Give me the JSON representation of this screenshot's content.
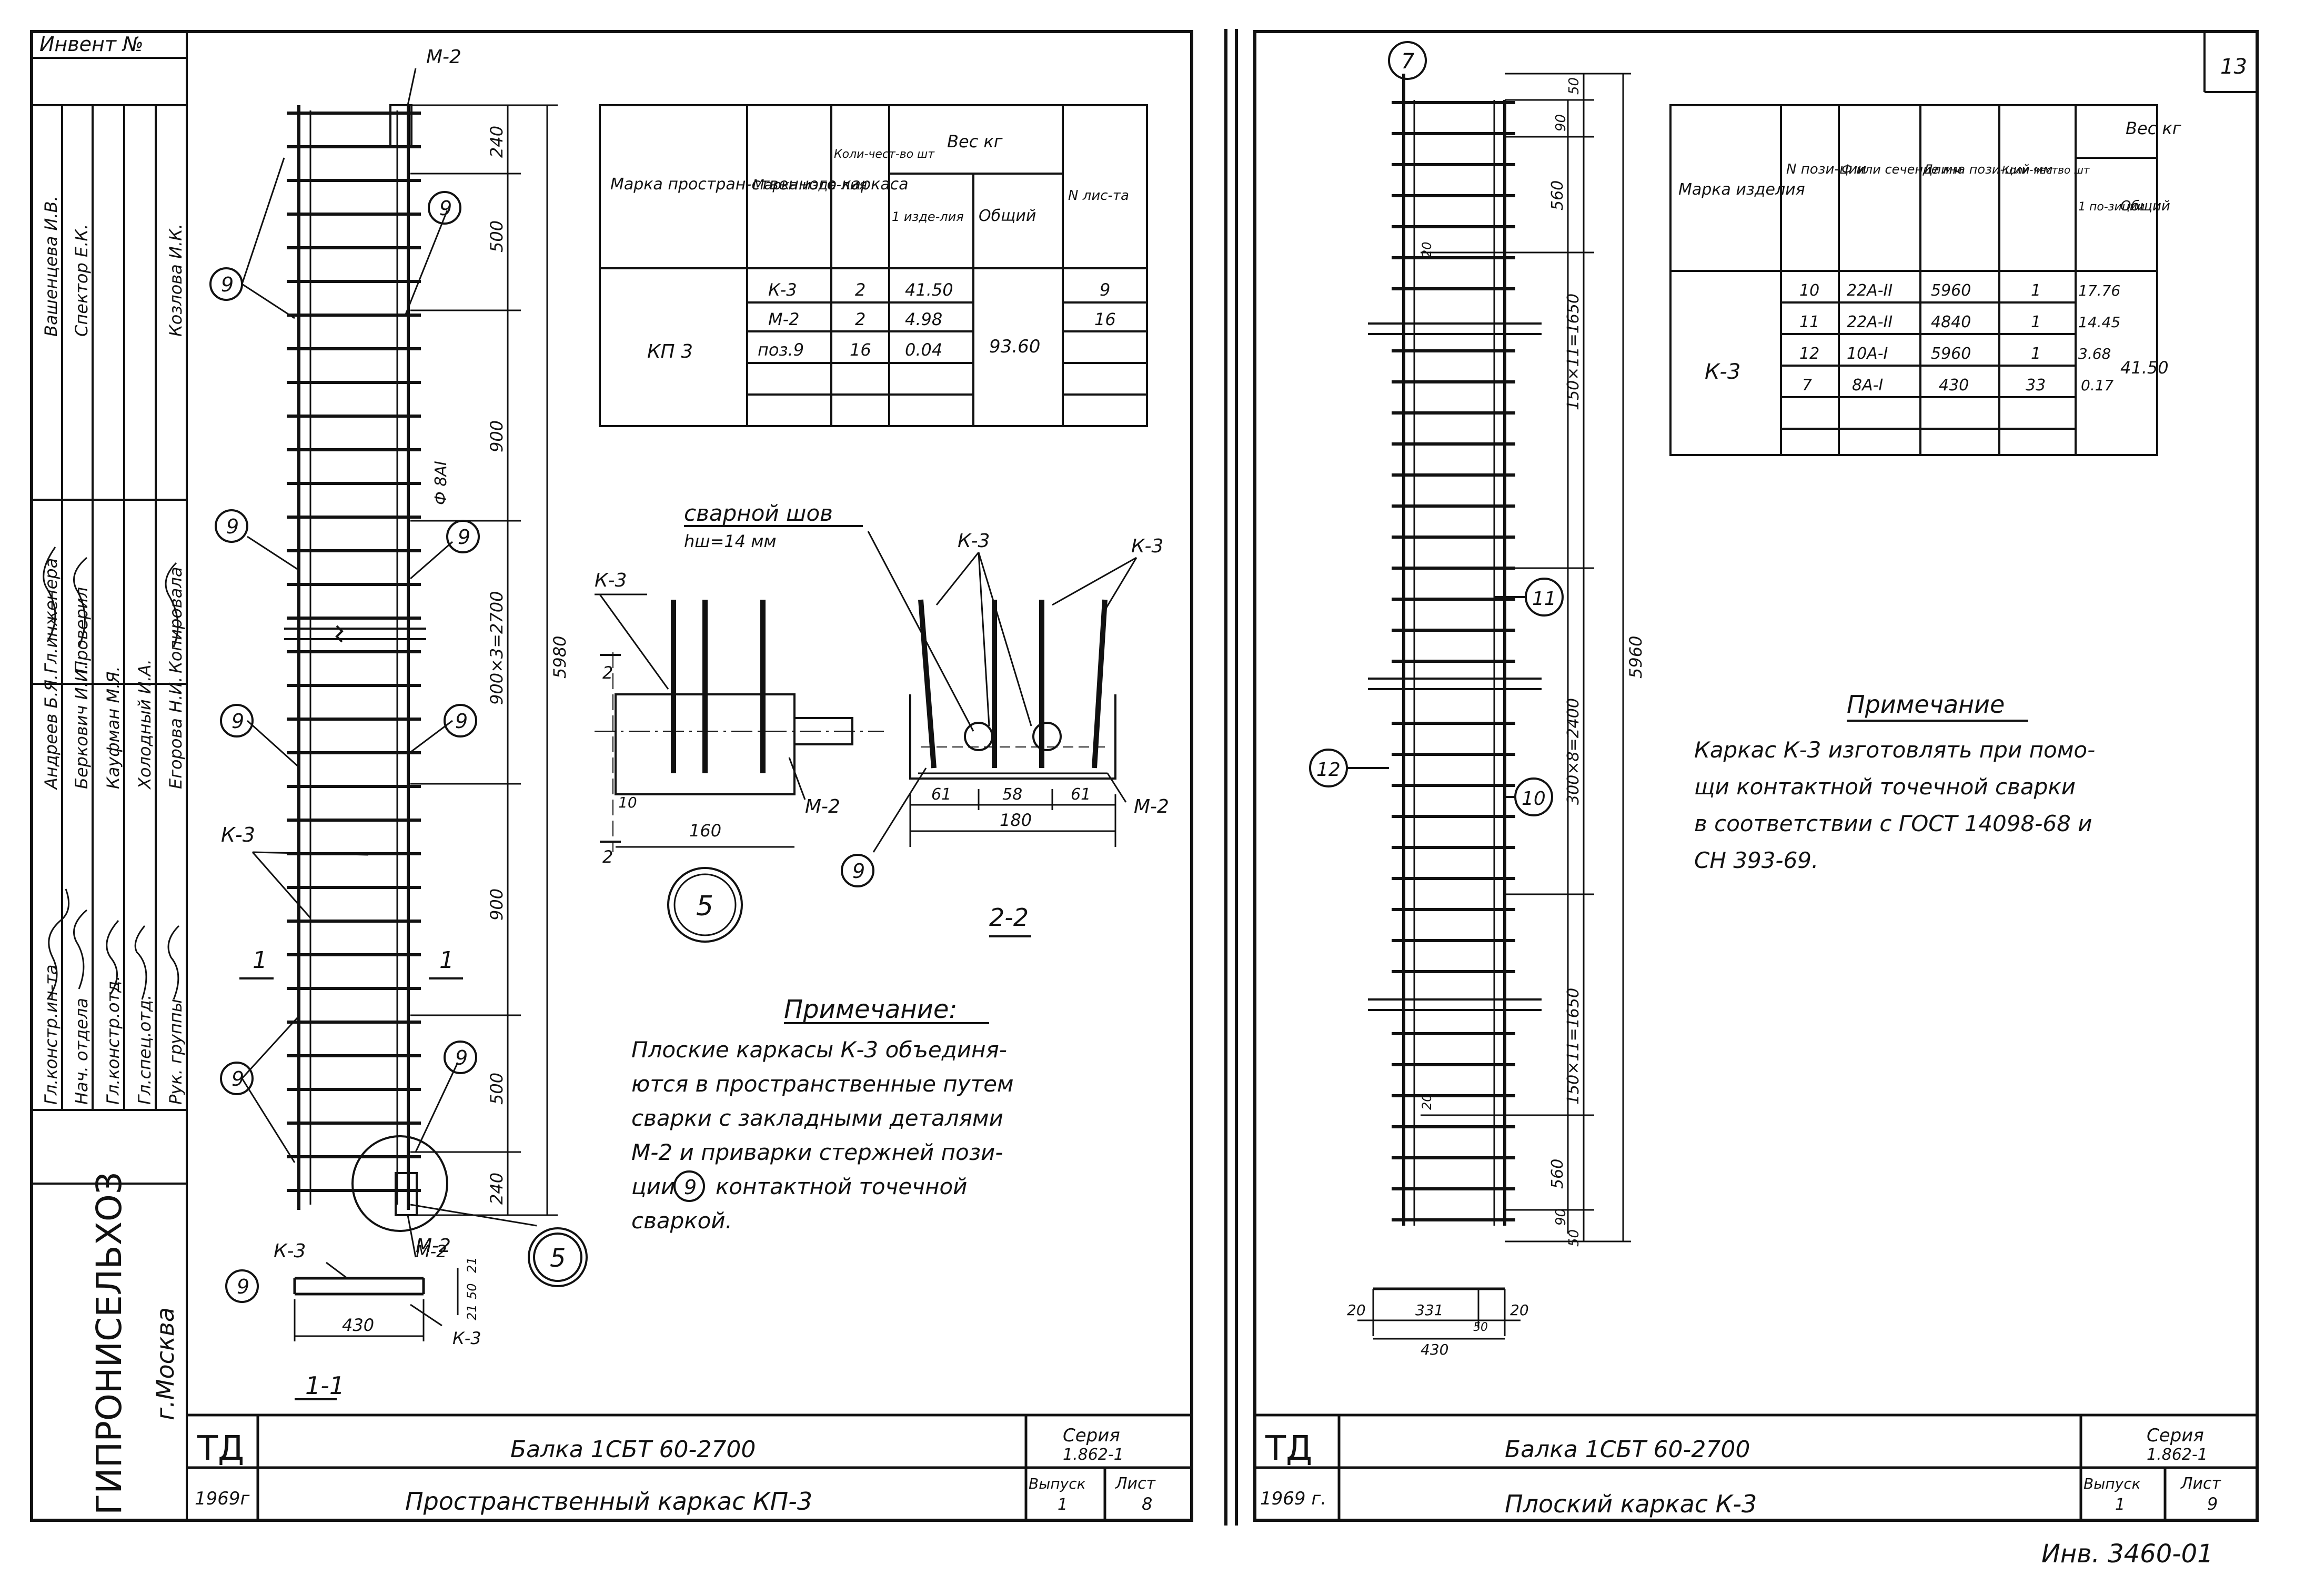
{
  "sheet_left": {
    "inventory_label": "Инвент №",
    "org_name": "ГИПРОНИСЕЛЬХОЗ",
    "org_city": "г.Москва",
    "stamp_roles": [
      "Гл.констр.ин-та",
      "Нач. отдела",
      "Гл.констр.отд.",
      "Гл.спец.отд.",
      "Рук. группы",
      "Гл.инженера",
      "Проверил",
      "Копировала"
    ],
    "stamp_names": [
      "Андреев Б.Я.",
      "Беркович И.И.",
      "Кауфман М.Я.",
      "Холодный И.А.",
      "Егорова Н.И.",
      "Вашенцева И.В.",
      "Спектор Е.К.",
      "Козлова И.К."
    ],
    "callouts": {
      "m2": "М-2",
      "k3": "К-3",
      "pos9": "9",
      "node5": "5",
      "dia": "Ф 8АI",
      "sec1": "1"
    },
    "dims_vertical": [
      "240",
      "500",
      "900",
      "900×3=2700",
      "900",
      "500",
      "240",
      "5980"
    ],
    "section_1_1": {
      "title": "1-1",
      "width": "430",
      "dims": [
        "21",
        "50",
        "21"
      ],
      "k3_a": "К-3",
      "k3_b": "К-3",
      "m2": "М-2"
    },
    "table": {
      "headers": {
        "spatial_mark": "Марка простран-ственного каркаса",
        "item_mark": "Марка изде-лия",
        "qty": "Коли-чест-во шт",
        "weight": "Вес кг",
        "weight_each": "1 изде-лия",
        "weight_total": "Общий",
        "sheet_no": "N лис-та"
      },
      "group_mark": "КП 3",
      "total_weight": "93.60",
      "rows": [
        {
          "mark": "К-3",
          "qty": "2",
          "w": "41.50",
          "sheet": "9"
        },
        {
          "mark": "М-2",
          "qty": "2",
          "w": "4.98",
          "sheet": "16"
        },
        {
          "mark": "поз.9",
          "qty": "16",
          "w": "0.04",
          "sheet": ""
        }
      ]
    },
    "weld_detail": {
      "title": "сварной шов",
      "subtitle": "hш=14 мм",
      "k3": "К-3",
      "m2": "М-2",
      "section_mark": "2",
      "dims_left": [
        "10",
        "160"
      ],
      "node_number": "5",
      "dims_right": [
        "61",
        "58",
        "61",
        "180"
      ],
      "pos9": "9",
      "section_title": "2-2"
    },
    "note": {
      "title": "Примечание:",
      "lines": [
        "Плоские каркасы К-3 объединя-",
        "ются в пространственные путем",
        "сварки с закладными деталями",
        "М-2 и приварки стержней пози-",
        "ции",
        "контактной точечной",
        "сваркой."
      ]
    },
    "title_block": {
      "td": "ТД",
      "year": "1969г",
      "beam": "Балка 1СБТ 60-2700",
      "drawing": "Пространственный каркас КП-3",
      "series_label": "Серия",
      "series": "1.862-1",
      "issue_label": "Выпуск",
      "issue": "1",
      "sheet_label": "Лист",
      "sheet": "8"
    }
  },
  "sheet_right": {
    "page_number": "13",
    "bar_labels": [
      "7",
      "11",
      "12",
      "10"
    ],
    "dims_vertical_a": [
      "50",
      "90",
      "560",
      "20",
      "150×11=1650",
      "300×8=2400",
      "150×11=1650",
      "20",
      "560",
      "90",
      "50"
    ],
    "dim_total": "5960",
    "bottom_section": {
      "dims": [
        "20",
        "331",
        "20",
        "50",
        "430"
      ]
    },
    "table": {
      "headers": {
        "item_mark": "Марка изделия",
        "pos_no": "N пози-ции",
        "dia": "Ф или сечение мм",
        "length": "Длина пози-ций мм",
        "qty": "Коли-чество шт",
        "weight": "Вес кг",
        "weight_each": "1 по-зиции",
        "weight_total": "Общий"
      },
      "group_mark": "К-3",
      "total_weight": "41.50",
      "rows": [
        {
          "pos": "10",
          "dia": "22А-II",
          "len": "5960",
          "qty": "1",
          "w": "17.76"
        },
        {
          "pos": "11",
          "dia": "22А-II",
          "len": "4840",
          "qty": "1",
          "w": "14.45"
        },
        {
          "pos": "12",
          "dia": "10А-I",
          "len": "5960",
          "qty": "1",
          "w": "3.68"
        },
        {
          "pos": "7",
          "dia": "8А-I",
          "len": "430",
          "qty": "33",
          "w": "0.17"
        }
      ]
    },
    "note": {
      "title": "Примечание",
      "lines": [
        "Каркас К-3 изготовлять при помо-",
        "щи контактной точечной сварки",
        "в соответствии с ГОСТ 14098-68 и",
        "СН 393-69."
      ]
    },
    "title_block": {
      "td": "ТД",
      "year": "1969 г.",
      "beam": "Балка 1СБТ 60-2700",
      "drawing": "Плоский каркас К-3",
      "series_label": "Серия",
      "series": "1.862-1",
      "issue_label": "Выпуск",
      "issue": "1",
      "sheet_label": "Лист",
      "sheet": "9"
    }
  },
  "inventory_footer": "Инв. 3460-01"
}
